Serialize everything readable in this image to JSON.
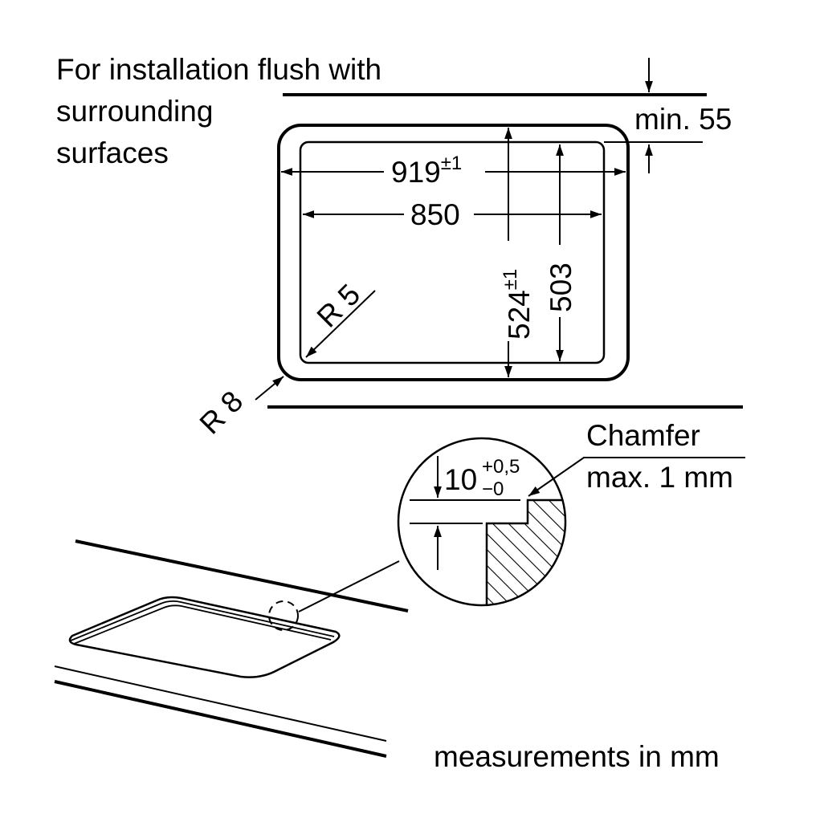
{
  "note": {
    "line1": "For installation flush with",
    "line2": "surrounding",
    "line3": "surfaces"
  },
  "dimensions": {
    "min_gap": "min. 55",
    "outer_width": "919",
    "outer_width_tol": "±1",
    "inner_width": "850",
    "outer_depth": "524",
    "outer_depth_tol": "±1",
    "inner_depth": "503",
    "inner_radius": "R 5",
    "outer_radius": "R 8"
  },
  "detail": {
    "depth": "10",
    "tol_upper": "+0,5",
    "tol_lower": "−0",
    "chamfer_label": "Chamfer",
    "chamfer_value": "max. 1 mm"
  },
  "footer": {
    "units": "measurements in mm"
  }
}
